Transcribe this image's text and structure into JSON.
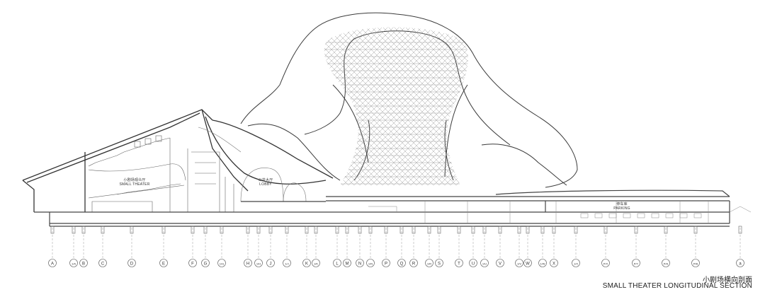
{
  "drawing": {
    "title_cn": "小剧场横向剖面",
    "title_en": "SMALL THEATER LONGITUDINAL SECTION"
  },
  "spaces": {
    "small_theater_cn": "小剧场观众厅",
    "small_theater_en": "SMALL THEATER",
    "lobby_cn": "公共大厅",
    "lobby_en": "LOBBY",
    "parking_cn": "停车库",
    "parking_en": "PARKING"
  },
  "grid_labels": [
    "A",
    "1/A",
    "B",
    "C",
    "D",
    "E",
    "F",
    "G",
    "1/G",
    "H",
    "1/H",
    "J",
    "1/J",
    "K",
    "1/K",
    "L",
    "M",
    "N",
    "1/N",
    "P",
    "Q",
    "R",
    "1/R",
    "S",
    "T",
    "U",
    "1/U",
    "V",
    "1/V",
    "W",
    "1/W",
    "X",
    "1/X",
    "P/X",
    "P/Y",
    "P/A",
    "P/B",
    "a"
  ],
  "colors": {
    "line": "#333333",
    "light_line": "#9a9a9a",
    "slab": "#555555"
  }
}
